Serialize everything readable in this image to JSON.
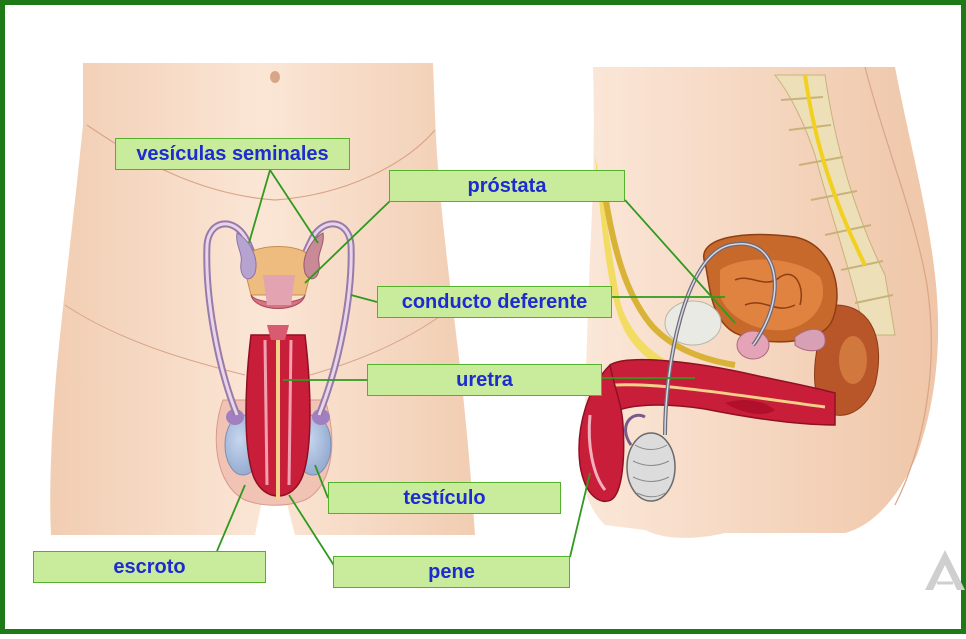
{
  "labels": {
    "vesiculas": "vesículas seminales",
    "prostata": "próstata",
    "conducto": "conducto deferente",
    "uretra": "uretra",
    "testiculo": "testículo",
    "escroto": "escroto",
    "pene": "pene"
  },
  "colors": {
    "frame": "#1e7a16",
    "label_fill": "#c9ec9c",
    "label_border": "#55b02c",
    "label_text": "#1d2bd0",
    "leader_line": "#2f9a1e",
    "skin": "#f6dcc6",
    "tissue_red": "#c81e3a",
    "fat_yellow": "#f3dc63",
    "bone": "#e8d8a8"
  }
}
